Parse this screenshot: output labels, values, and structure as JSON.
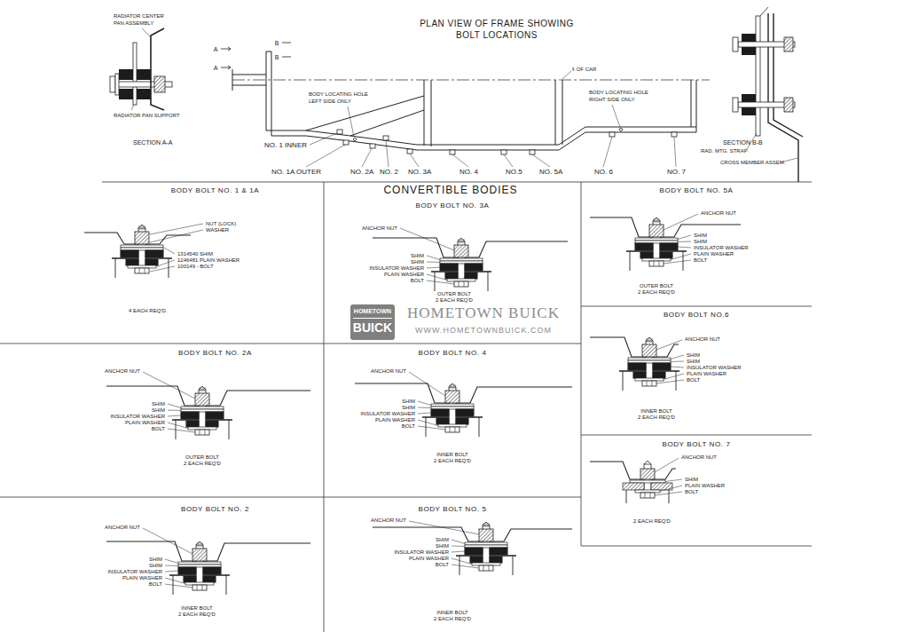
{
  "diagram": {
    "title": "PLAN VIEW OF FRAME SHOWING BOLT LOCATIONS",
    "nodes": [
      {
        "text": [
          "BODY BOLT NO. 1 & 1A"
        ]
      },
      {
        "text": [
          "BODY BOLT NO. 3A"
        ]
      },
      {
        "text": [
          "BODY BOLT NO. 5A"
        ]
      },
      {
        "text": [
          "BODY BOLT NO. 2A"
        ]
      },
      {
        "text": [
          "BODY BOLT NO. 4"
        ]
      },
      {
        "text": [
          "BODY BOLT NO.6"
        ]
      },
      {
        "text": [
          "BODY BOLT NO. 7"
        ]
      },
      {
        "text": [
          "BODY BOLT NO. 2"
        ]
      },
      {
        "text": [
          "BODY BOLT NO. 5"
        ]
      }
    ],
    "labels": [
      "RADIATOR CENTER PAN ASSEMBLY",
      "RADIATOR PAN SUPPORT",
      "SECTION A-A",
      "A",
      "A",
      "B",
      "B",
      "BODY LOCATING HOLE LEFT SIDE ONLY",
      "NO. 1 INNER",
      "NO. 1A OUTER",
      "NO. 2A",
      "NO. 2",
      "NO. 3A",
      "NO. 4",
      "NO.5",
      "NO. 5A",
      "NO. 6",
      "NO. 7",
      "℄ OF CAR",
      "BODY LOCATING HOLE RIGHT SIDE ONLY",
      "RAD. MTG. STRAP",
      "CROSS MEMBER ASSEM.",
      "SECTION B-B",
      "NUT (LOCK)",
      "WASHER",
      "1314540 SHIM",
      "1246481 PLAIN WASHER",
      "100149 - BOLT",
      "4 EACH REQ'D.",
      "CONVERTIBLE BODIES",
      "ANCHOR NUT",
      "SHIM",
      "SHIM",
      "INSULATOR WASHER",
      "PLAIN WASHER",
      "BOLT",
      "OUTER BOLT",
      "2 EACH REQ'D",
      "HOMETOWN",
      "BUICK",
      "HOMETOWN BUICK",
      "WWW.HOMETOWNBUICK.COM",
      "ANCHOR NUT",
      "SHIM",
      "SHIM",
      "INSULATOR WASHER",
      "PLAIN WASHER",
      "BOLT",
      "OUTER BOLT",
      "2 EACH REQ'D",
      "ANCHOR NUT",
      "SHIM",
      "SHIM",
      "INSULATOR WASHER",
      "PLAIN WASHER",
      "BOLT",
      "OUTER BOLT",
      "2 EACH REQ'D",
      "ANCHOR NUT",
      "SHIM",
      "SHIM",
      "INSULATOR WASHER",
      "PLAIN WASHER",
      "BOLT",
      "INNER BOLT",
      "2 EACH REQ'D",
      "ANCHOR NUT",
      "SHIM",
      "SHIM",
      "INSULATOR WASHER",
      "PLAIN WASHER",
      "BOLT",
      "INNER BOLT",
      "2 EACH REQ'D",
      "ANCHOR NUT",
      "SHIM",
      "PLAIN WASHER",
      "BOLT",
      "2 EACH REQ'D",
      "ANCHOR NUT",
      "SHIM",
      "SHIM",
      "INSULATOR WASHER",
      "PLAIN WASHER",
      "BOLT",
      "INNER BOLT",
      "2 EACH REQ'D",
      "ANCHOR NUT",
      "SHIM",
      "SHIM",
      "INSULATOR WASHER",
      "PLAIN WASHER",
      "BOLT",
      "INNER BOLT",
      "2 EACH REQ'D"
    ]
  }
}
